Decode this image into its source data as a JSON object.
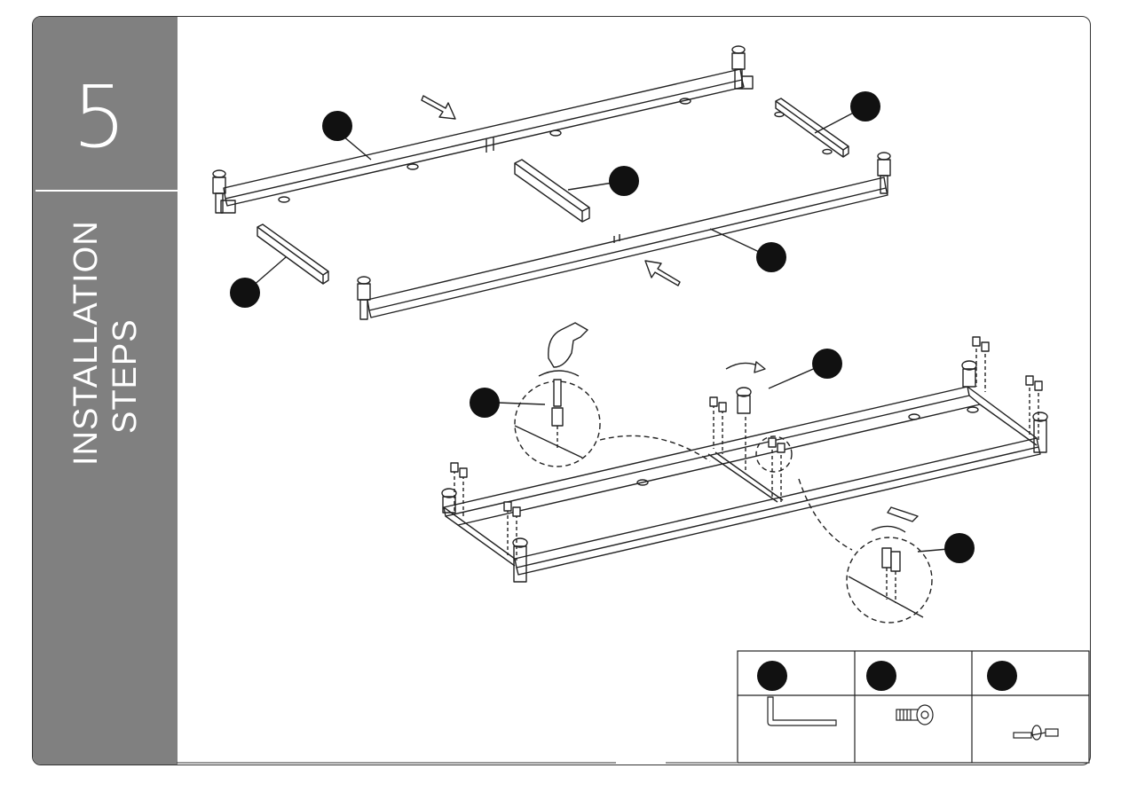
{
  "step": {
    "number": "5",
    "title_line1": "INSTALLATION",
    "title_line2": "STEPS"
  },
  "markers": [
    {
      "id": "frame-rail-back"
    },
    {
      "id": "frame-crossbar-right"
    },
    {
      "id": "frame-crossbar-middle"
    },
    {
      "id": "frame-rail-front"
    },
    {
      "id": "frame-crossbar-left"
    },
    {
      "id": "bolt-detail"
    },
    {
      "id": "foot-rotate"
    },
    {
      "id": "allen-key-detail"
    }
  ],
  "legend": {
    "items": [
      {
        "icon": "allen-key-icon"
      },
      {
        "icon": "bolt-icon"
      },
      {
        "icon": "dowel-bolt-icon"
      }
    ]
  }
}
